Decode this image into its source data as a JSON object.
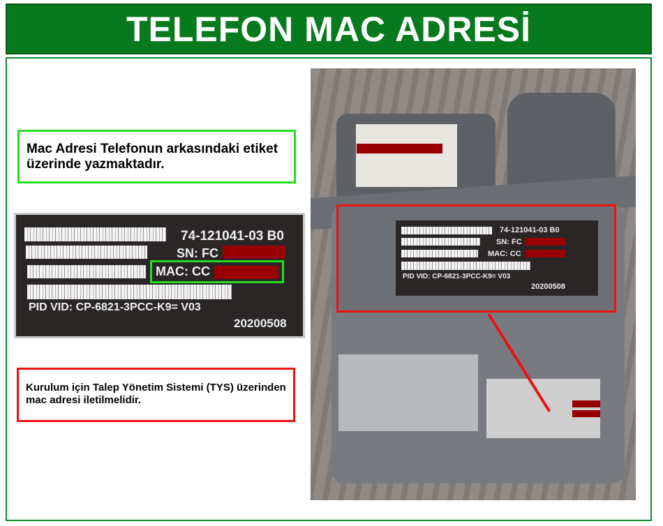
{
  "header": {
    "title": "TELEFON MAC ADRESİ"
  },
  "notes": {
    "label_location": "Mac Adresi Telefonun arkasındaki etiket üzerinde yazmaktadır.",
    "tys": "Kurulum için Talep Yönetim Sistemi (TYS) üzerinden mac adresi iletilmelidir."
  },
  "label": {
    "part_number": "74-121041-03 B0",
    "sn": "SN: FC",
    "mac": "MAC: CC",
    "pid": "PID VID: CP-6821-3PCC-K9= V03",
    "date": "20200508"
  },
  "colors": {
    "header": "#067a1c",
    "highlight_green": "#22dd22",
    "highlight_red": "#ee1111",
    "redaction": "#990000"
  }
}
